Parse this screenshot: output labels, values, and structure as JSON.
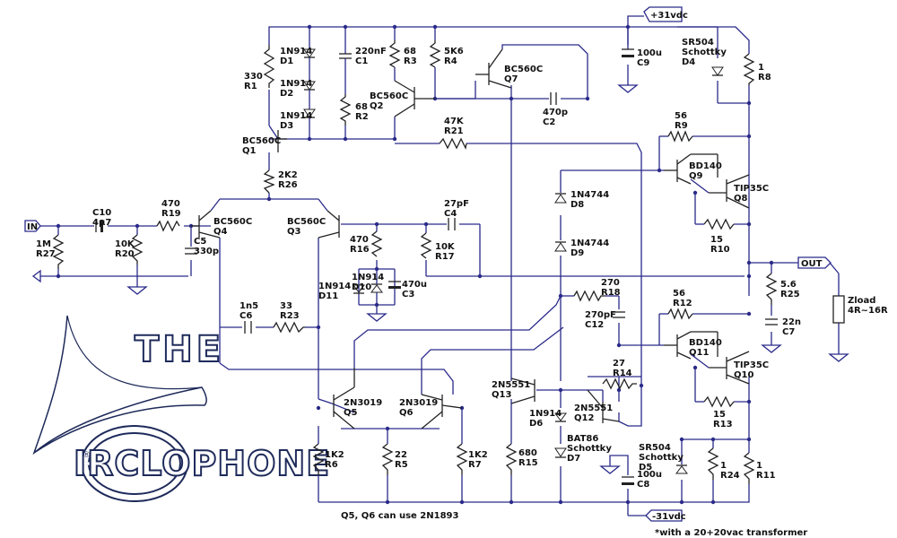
{
  "brand": {
    "the": "THE",
    "name": "IRCLOPHONE",
    "reg": "®"
  },
  "notes": {
    "q5q6": "Q5, Q6 can use 2N1893",
    "transformer": "*with a 20+20vac transformer"
  },
  "ports": {
    "in": "IN",
    "out": "OUT",
    "vpos": "+31vdc",
    "vneg": "-31vdc"
  },
  "labels": [
    {
      "id": "r1",
      "lines": [
        "330",
        "R1"
      ]
    },
    {
      "id": "d1",
      "lines": [
        "1N914",
        "D1"
      ]
    },
    {
      "id": "d2",
      "lines": [
        "1N914",
        "D2"
      ]
    },
    {
      "id": "d3",
      "lines": [
        "1N914",
        "D3"
      ]
    },
    {
      "id": "c1",
      "lines": [
        "220nF",
        "C1"
      ]
    },
    {
      "id": "r2",
      "lines": [
        "68",
        "R2"
      ]
    },
    {
      "id": "r3",
      "lines": [
        "68",
        "R3"
      ]
    },
    {
      "id": "r4",
      "lines": [
        "5K6",
        "R4"
      ]
    },
    {
      "id": "q2",
      "lines": [
        "BC560C",
        "Q2"
      ]
    },
    {
      "id": "q7",
      "lines": [
        "BC560C",
        "Q7"
      ]
    },
    {
      "id": "c2",
      "lines": [
        "470p",
        "C2"
      ]
    },
    {
      "id": "c9",
      "lines": [
        "100u",
        "C9"
      ]
    },
    {
      "id": "d4",
      "lines": [
        "SR504",
        "Schottky",
        "D4"
      ]
    },
    {
      "id": "r8",
      "lines": [
        "1",
        "R8"
      ]
    },
    {
      "id": "q1",
      "lines": [
        "BC560C",
        "Q1"
      ]
    },
    {
      "id": "r21",
      "lines": [
        "47K",
        "R21"
      ]
    },
    {
      "id": "r9",
      "lines": [
        "56",
        "R9"
      ]
    },
    {
      "id": "q9",
      "lines": [
        "BD140",
        "Q9"
      ]
    },
    {
      "id": "q8",
      "lines": [
        "TIP35C",
        "Q8"
      ]
    },
    {
      "id": "r10",
      "lines": [
        "15",
        "R10"
      ]
    },
    {
      "id": "r26",
      "lines": [
        "2K2",
        "R26"
      ]
    },
    {
      "id": "q4",
      "lines": [
        "BC560C",
        "Q4"
      ]
    },
    {
      "id": "q3",
      "lines": [
        "BC560C",
        "Q3"
      ]
    },
    {
      "id": "c10",
      "lines": [
        "C10",
        "4µ7"
      ]
    },
    {
      "id": "r19",
      "lines": [
        "470",
        "R19"
      ]
    },
    {
      "id": "c5",
      "lines": [
        "C5",
        "330p"
      ]
    },
    {
      "id": "r27",
      "lines": [
        "1M",
        "R27"
      ]
    },
    {
      "id": "r20",
      "lines": [
        "10K",
        "R20"
      ]
    },
    {
      "id": "c4",
      "lines": [
        "27pF",
        "C4"
      ]
    },
    {
      "id": "r16",
      "lines": [
        "470",
        "R16"
      ]
    },
    {
      "id": "r17",
      "lines": [
        "10K",
        "R17"
      ]
    },
    {
      "id": "d10",
      "lines": [
        "1N914",
        "D10"
      ]
    },
    {
      "id": "d11",
      "lines": [
        "1N914",
        "D11"
      ]
    },
    {
      "id": "c3",
      "lines": [
        "470u",
        "C3"
      ]
    },
    {
      "id": "d8",
      "lines": [
        "1N4744",
        "D8"
      ]
    },
    {
      "id": "d9",
      "lines": [
        "1N4744",
        "D9"
      ]
    },
    {
      "id": "r18",
      "lines": [
        "270",
        "R18"
      ]
    },
    {
      "id": "c12",
      "lines": [
        "270pF",
        "C12"
      ]
    },
    {
      "id": "r12",
      "lines": [
        "56",
        "R12"
      ]
    },
    {
      "id": "q11",
      "lines": [
        "BD140",
        "Q11"
      ]
    },
    {
      "id": "q10",
      "lines": [
        "TIP35C",
        "Q10"
      ]
    },
    {
      "id": "r25",
      "lines": [
        "5.6",
        "R25"
      ]
    },
    {
      "id": "c7",
      "lines": [
        "22n",
        "C7"
      ]
    },
    {
      "id": "zload",
      "lines": [
        "Zload",
        "4R~16R"
      ]
    },
    {
      "id": "c6",
      "lines": [
        "1n5",
        "C6"
      ]
    },
    {
      "id": "r23",
      "lines": [
        "33",
        "R23"
      ]
    },
    {
      "id": "r14",
      "lines": [
        "27",
        "R14"
      ]
    },
    {
      "id": "q13",
      "lines": [
        "2N5551",
        "Q13"
      ]
    },
    {
      "id": "q12",
      "lines": [
        "2N5551",
        "Q12"
      ]
    },
    {
      "id": "d6",
      "lines": [
        "1N914",
        "D6"
      ]
    },
    {
      "id": "d7",
      "lines": [
        "BAT86",
        "Schottky",
        "D7"
      ]
    },
    {
      "id": "r13",
      "lines": [
        "15",
        "R13"
      ]
    },
    {
      "id": "q5",
      "lines": [
        "2N3019",
        "Q5"
      ]
    },
    {
      "id": "q6",
      "lines": [
        "2N3019",
        "Q6"
      ]
    },
    {
      "id": "r6",
      "lines": [
        "1K2",
        "R6"
      ]
    },
    {
      "id": "r5",
      "lines": [
        "22",
        "R5"
      ]
    },
    {
      "id": "r7",
      "lines": [
        "1K2",
        "R7"
      ]
    },
    {
      "id": "r15",
      "lines": [
        "680",
        "R15"
      ]
    },
    {
      "id": "c8",
      "lines": [
        "100u",
        "C8"
      ]
    },
    {
      "id": "d5",
      "lines": [
        "SR504",
        "Schottky",
        "D5"
      ]
    },
    {
      "id": "r24",
      "lines": [
        "1",
        "R24"
      ]
    },
    {
      "id": "r11",
      "lines": [
        "1",
        "R11"
      ]
    }
  ]
}
